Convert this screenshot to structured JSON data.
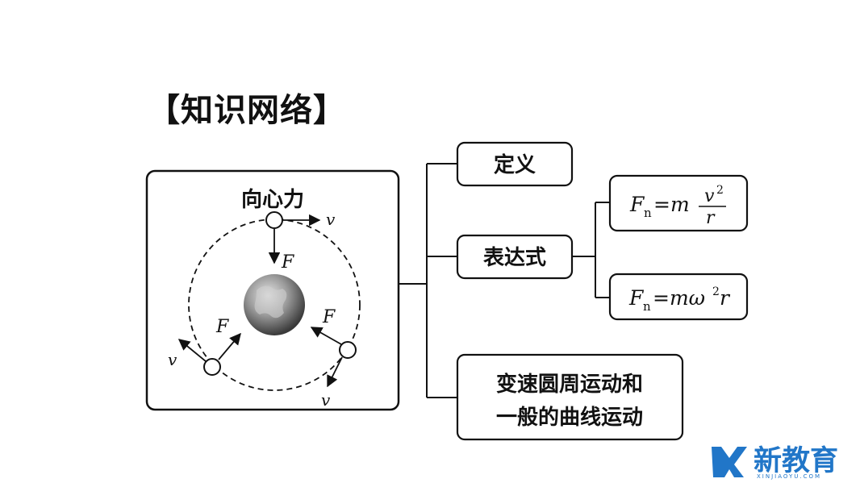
{
  "heading": "【知识网络】",
  "root": {
    "title": "向心力",
    "velocity_label": "v",
    "force_label": "F"
  },
  "branches": {
    "definition": "定义",
    "expression": "表达式",
    "motion_line1": "变速圆周运动和",
    "motion_line2": "一般的曲线运动"
  },
  "formulas": {
    "f1": {
      "F": "F",
      "sub": "n",
      "eq": "=m",
      "num": "v",
      "num_exp": "2",
      "den": "r"
    },
    "f2": {
      "F": "F",
      "sub": "n",
      "eq": "=mω",
      "exp": "2",
      "tail": "r"
    }
  },
  "brand": {
    "name": "新教育",
    "sub": "XINJIAOYU.COM",
    "color": "#2176c8"
  }
}
